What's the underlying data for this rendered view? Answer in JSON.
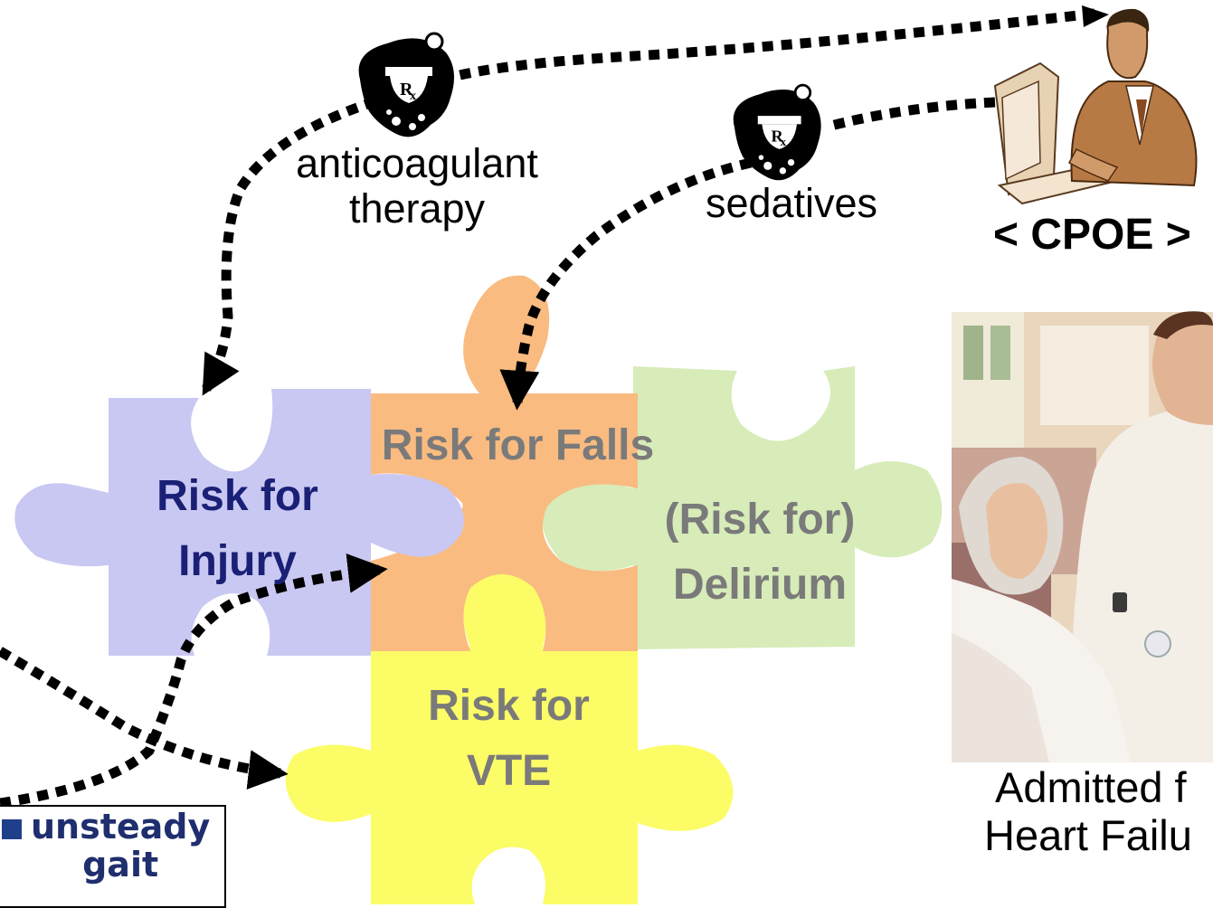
{
  "labels": {
    "anticoagulant": [
      "anticoagulant",
      "therapy"
    ],
    "sedatives": "sedatives",
    "cpoe": "< CPOE >",
    "admitted": [
      "Admitted f",
      "Heart Failu"
    ],
    "unsteady_gait": [
      "unsteady",
      "gait"
    ]
  },
  "puzzle_pieces": {
    "injury": {
      "lines": [
        "Risk for",
        "Injury"
      ],
      "fill": "#c9c8f2",
      "text_color": "#1a2075"
    },
    "falls": {
      "lines": [
        "Risk for Falls"
      ],
      "fill": "#f9bb80",
      "text_color": "#7a7a7a"
    },
    "delirium": {
      "lines": [
        "(Risk for)",
        "Delirium"
      ],
      "fill": "#d7ecb8",
      "text_color": "#7a7a7a"
    },
    "vte": {
      "lines": [
        "Risk for",
        "VTE"
      ],
      "fill": "#fcfc66",
      "text_color": "#7a7a7a"
    }
  },
  "icons": [
    "rx-mortar-pestle-icon",
    "doctor-at-computer-icon",
    "nurse-patient-photo"
  ],
  "colors": {
    "arrow": "#000000",
    "bullet": "#1f3f8a"
  }
}
